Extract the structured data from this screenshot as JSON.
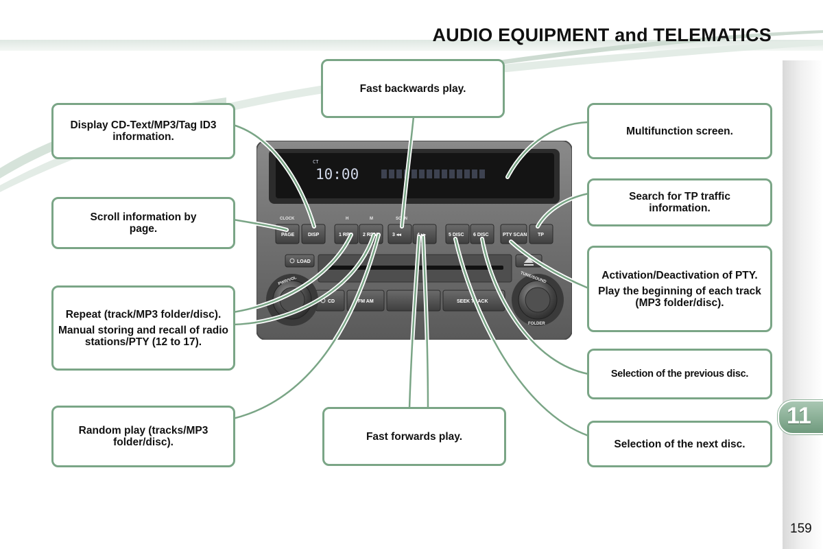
{
  "header": {
    "title": "AUDIO EQUIPMENT and TELEMATICS"
  },
  "chapter": {
    "number": "11"
  },
  "page": {
    "number": "159"
  },
  "radio": {
    "display": {
      "indicator": "CT",
      "clock": "10:00"
    },
    "top_labels": {
      "clock": "CLOCK",
      "h": "H",
      "m": "M",
      "scan": "SCAN"
    },
    "buttons": {
      "page": "PAGE",
      "disp": "DISP",
      "b1": "1 RPT",
      "b2": "2 RDM",
      "b3": "3 ◂◂",
      "b4": "4 ▸▸",
      "b5": "5 DISC",
      "b6": "6 DISC",
      "pty": "PTY SCAN",
      "tp": "TP",
      "load": "LOAD",
      "cd": "CD",
      "fmam": "FM AM",
      "seek": "SEEK TRACK"
    },
    "knobs": {
      "left": "PWR/VOL",
      "right": "TUNE/SOUND",
      "right_bottom": "FOLDER"
    }
  },
  "callouts": {
    "display_cdtext": "Display CD-Text/MP3/Tag ID3 information.",
    "scroll": "Scroll information by page.",
    "repeat": "Repeat (track/MP3 folder/disc).",
    "manual_storing": "Manual storing and recall of radio stations/PTY (12 to 17).",
    "random": "Random play (tracks/MP3 folder/disc).",
    "fast_back": "Fast backwards play.",
    "fast_fwd": "Fast forwards play.",
    "multifunction": "Multifunction screen.",
    "tp_search": "Search for TP traffic information.",
    "pty_activation": "Activation/Deactivation of PTY.",
    "play_beginning": "Play the beginning of each track (MP3 folder/disc).",
    "prev_disc": "Selection of the previous disc.",
    "next_disc": "Selection of the next disc."
  },
  "colors": {
    "accent": "#7aa586",
    "tab": "#8fb29a",
    "panel": "#6f6f6f"
  }
}
